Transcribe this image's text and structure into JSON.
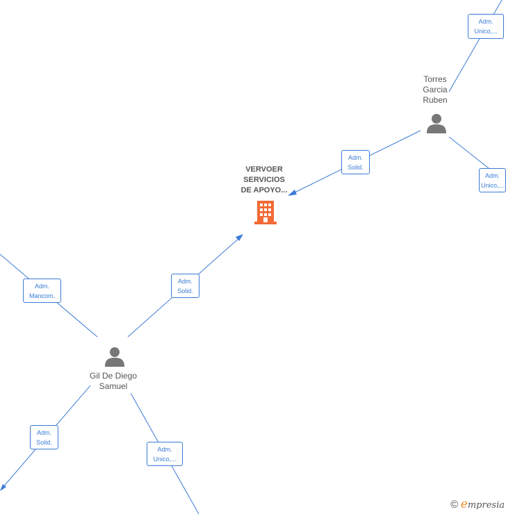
{
  "company": {
    "name_lines": [
      "VERVOER",
      "SERVICIOS",
      "DE APOYO..."
    ],
    "icon": "building-icon",
    "color": "#f26a35"
  },
  "persons": [
    {
      "name_lines": [
        "Torres",
        "Garcia",
        "Ruben"
      ],
      "icon": "person-icon"
    },
    {
      "name_lines": [
        "Gil De Diego",
        "Samuel"
      ],
      "icon": "person-icon"
    }
  ],
  "edge_labels": [
    [
      "Adm.",
      "Unico,..."
    ],
    [
      "Adm.",
      "Solid."
    ],
    [
      "Adm.",
      "Unico,..."
    ],
    [
      "Adm.",
      "Solid."
    ],
    [
      "Adm.",
      "Mancom."
    ],
    [
      "Adm.",
      "Solid."
    ],
    [
      "Adm.",
      "Unico,..."
    ]
  ],
  "footer": {
    "copyright_symbol": "©",
    "brand_initial": "e",
    "brand_rest": "mpresia"
  },
  "colors": {
    "edge": "#3a7bd5",
    "node_icon": "#777777",
    "text": "#555555"
  }
}
